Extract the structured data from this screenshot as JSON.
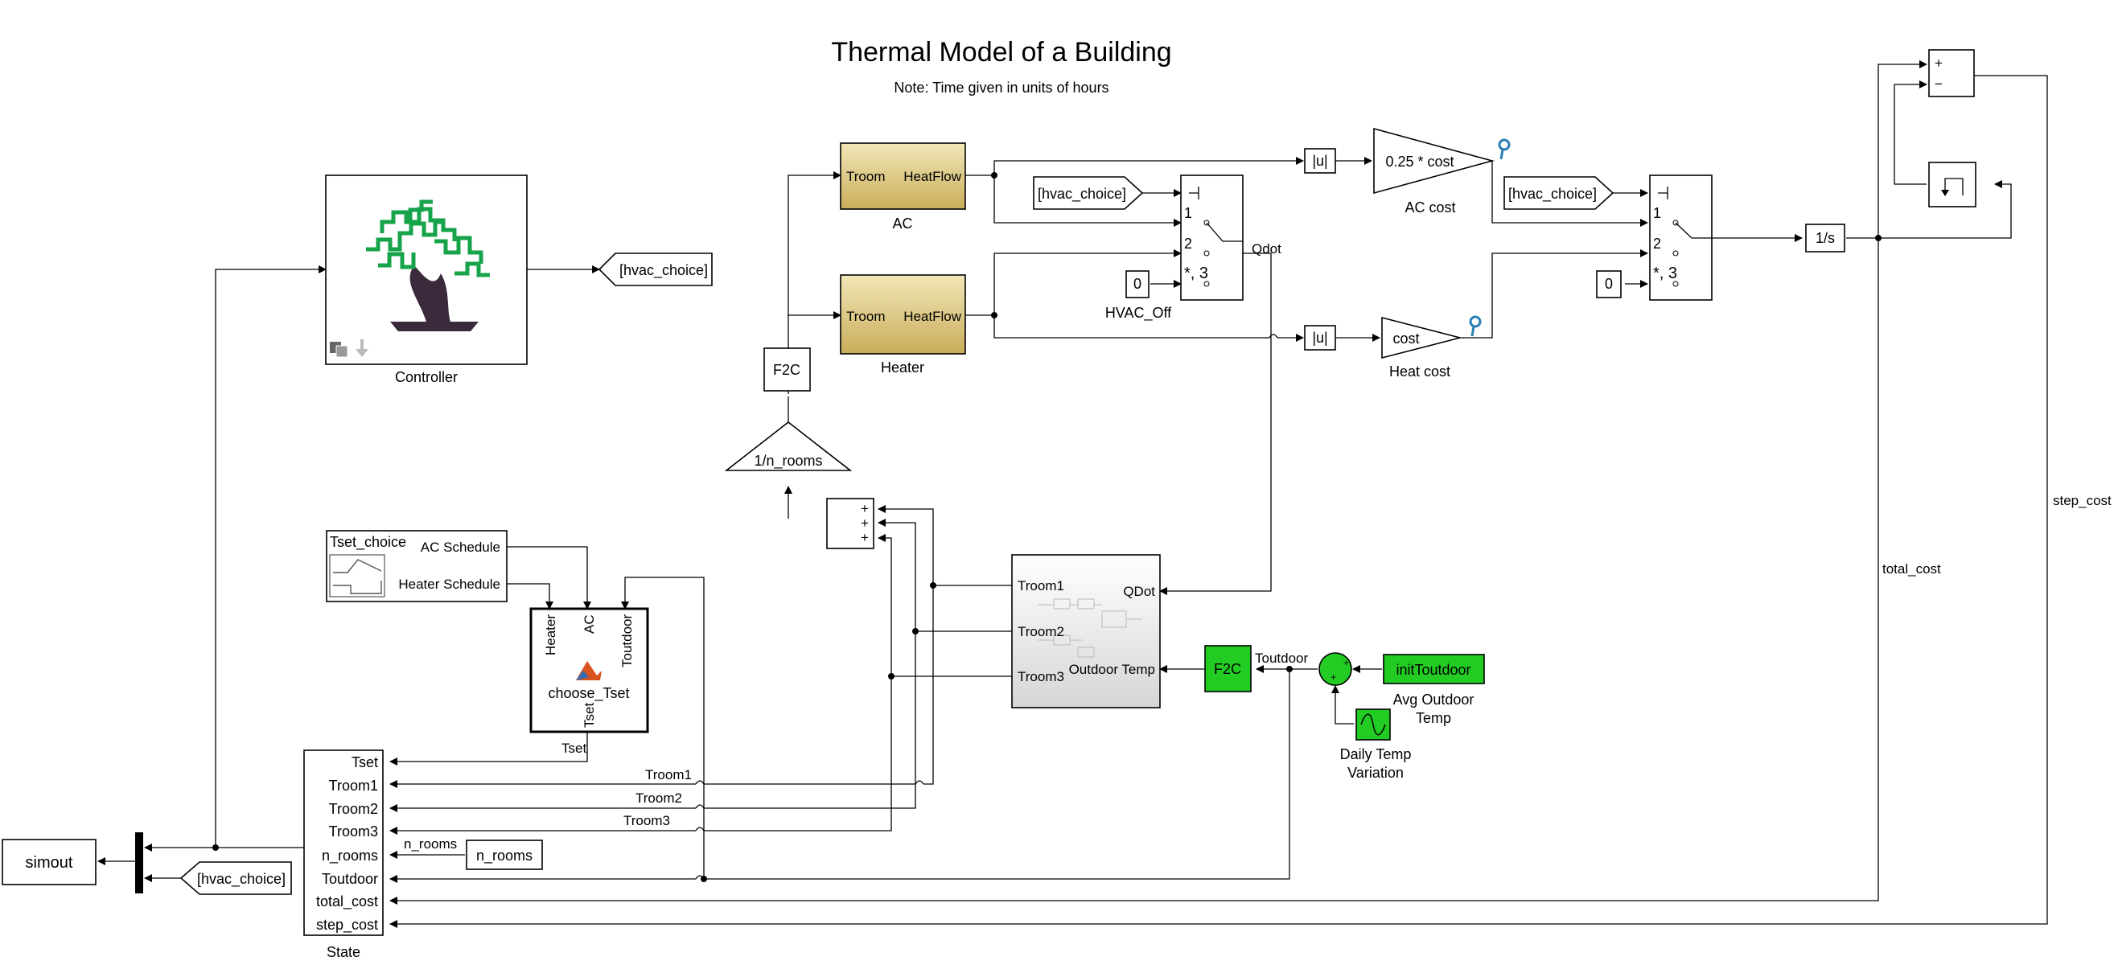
{
  "title": "Thermal Model of a Building",
  "note": "Note: Time given in units of hours",
  "colors": {
    "gold": "#d8c27c",
    "green": "#22cc22",
    "gray": "#e6e6e6"
  },
  "blocks": {
    "controller": {
      "label": "Controller",
      "icon": "bonsai-tree-icon"
    },
    "goto_hvac": "[hvac_choice]",
    "from_hvac_1": "[hvac_choice]",
    "from_hvac_2": "[hvac_choice]",
    "from_hvac_3": "[hvac_choice]",
    "ac": {
      "label": "AC",
      "in": "Troom",
      "out": "HeatFlow"
    },
    "heater": {
      "label": "Heater",
      "in": "Troom",
      "out": "HeatFlow"
    },
    "f2c": "F2C",
    "f2c_out": "F2C",
    "gain_nrooms": "1/n_rooms",
    "abs1": "|u|",
    "abs2": "|u|",
    "ac_gain": {
      "expr": "0.25 * cost",
      "label": "AC cost"
    },
    "heat_gain": {
      "expr": "cost",
      "label": "Heat cost"
    },
    "switch1": {
      "p1": "1",
      "p2": "2",
      "p3": "*, 3",
      "label": "Qdot"
    },
    "switch2": {
      "p1": "1",
      "p2": "2",
      "p3": "*, 3"
    },
    "const_off": {
      "value": "0",
      "label": "HVAC_Off"
    },
    "const_zero": "0",
    "integrator": "1/s",
    "sum_top": {
      "plus": "+",
      "minus": "−"
    },
    "sum_rooms": [
      "+",
      "+",
      "+"
    ],
    "tset_choice": {
      "title": "Tset_choice",
      "out1": "AC Schedule",
      "out2": "Heater Schedule"
    },
    "choose_tset": {
      "label": "choose_Tset",
      "in1": "Heater",
      "in2": "AC",
      "in3": "Toutdoor",
      "out": "Tset"
    },
    "rooms": {
      "in1": "Troom1",
      "in2": "Troom2",
      "in3": "Troom3",
      "out_qdot": "QDot",
      "out_temp": "Outdoor Temp"
    },
    "sum_out": {
      "sign": "+",
      "sign2": "+"
    },
    "init_toutdoor": {
      "value": "initToutdoor",
      "label1": "Avg Outdoor",
      "label2": "Temp"
    },
    "sine": {
      "label1": "Daily Temp",
      "label2": "Variation"
    },
    "nrooms_const": "n_rooms",
    "state": {
      "label": "State",
      "ports": [
        "Tset",
        "Troom1",
        "Troom2",
        "Troom3",
        "n_rooms",
        "Toutdoor",
        "total_cost",
        "step_cost"
      ]
    },
    "simout": "simout"
  },
  "signals": {
    "toutdoor": "Toutdoor",
    "tset": "Tset",
    "troom1": "Troom1",
    "troom2": "Troom2",
    "troom3": "Troom3",
    "n_rooms": "n_rooms",
    "total_cost": "total_cost",
    "step_cost": "step_cost"
  }
}
